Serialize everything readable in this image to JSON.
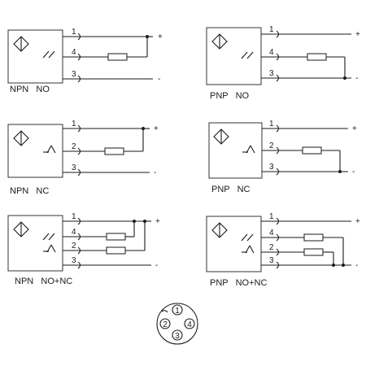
{
  "diagrams": [
    {
      "id": "npn-no",
      "caption": "NPN   NO",
      "wires": [
        {
          "pin": "1",
          "sign": "+"
        },
        {
          "pin": "4",
          "sign": ""
        },
        {
          "pin": "3",
          "sign": "-"
        }
      ]
    },
    {
      "id": "pnp-no",
      "caption": "PNP   NO",
      "wires": [
        {
          "pin": "1",
          "sign": "+"
        },
        {
          "pin": "4",
          "sign": ""
        },
        {
          "pin": "3",
          "sign": "-"
        }
      ]
    },
    {
      "id": "npn-nc",
      "caption": "NPN   NC",
      "wires": [
        {
          "pin": "1",
          "sign": "+"
        },
        {
          "pin": "2",
          "sign": ""
        },
        {
          "pin": "3",
          "sign": "-"
        }
      ]
    },
    {
      "id": "pnp-nc",
      "caption": "PNP   NC",
      "wires": [
        {
          "pin": "1",
          "sign": "+"
        },
        {
          "pin": "2",
          "sign": ""
        },
        {
          "pin": "3",
          "sign": "-"
        }
      ]
    },
    {
      "id": "npn-no-nc",
      "caption": "NPN   NO+NC",
      "wires": [
        {
          "pin": "1",
          "sign": "+"
        },
        {
          "pin": "4",
          "sign": ""
        },
        {
          "pin": "2",
          "sign": ""
        },
        {
          "pin": "3",
          "sign": "-"
        }
      ]
    },
    {
      "id": "pnp-no-nc",
      "caption": "PNP   NO+NC",
      "wires": [
        {
          "pin": "1",
          "sign": "+"
        },
        {
          "pin": "4",
          "sign": ""
        },
        {
          "pin": "2",
          "sign": ""
        },
        {
          "pin": "3",
          "sign": "-"
        }
      ]
    }
  ],
  "connector": {
    "pins": [
      "1",
      "2",
      "3",
      "4"
    ]
  }
}
